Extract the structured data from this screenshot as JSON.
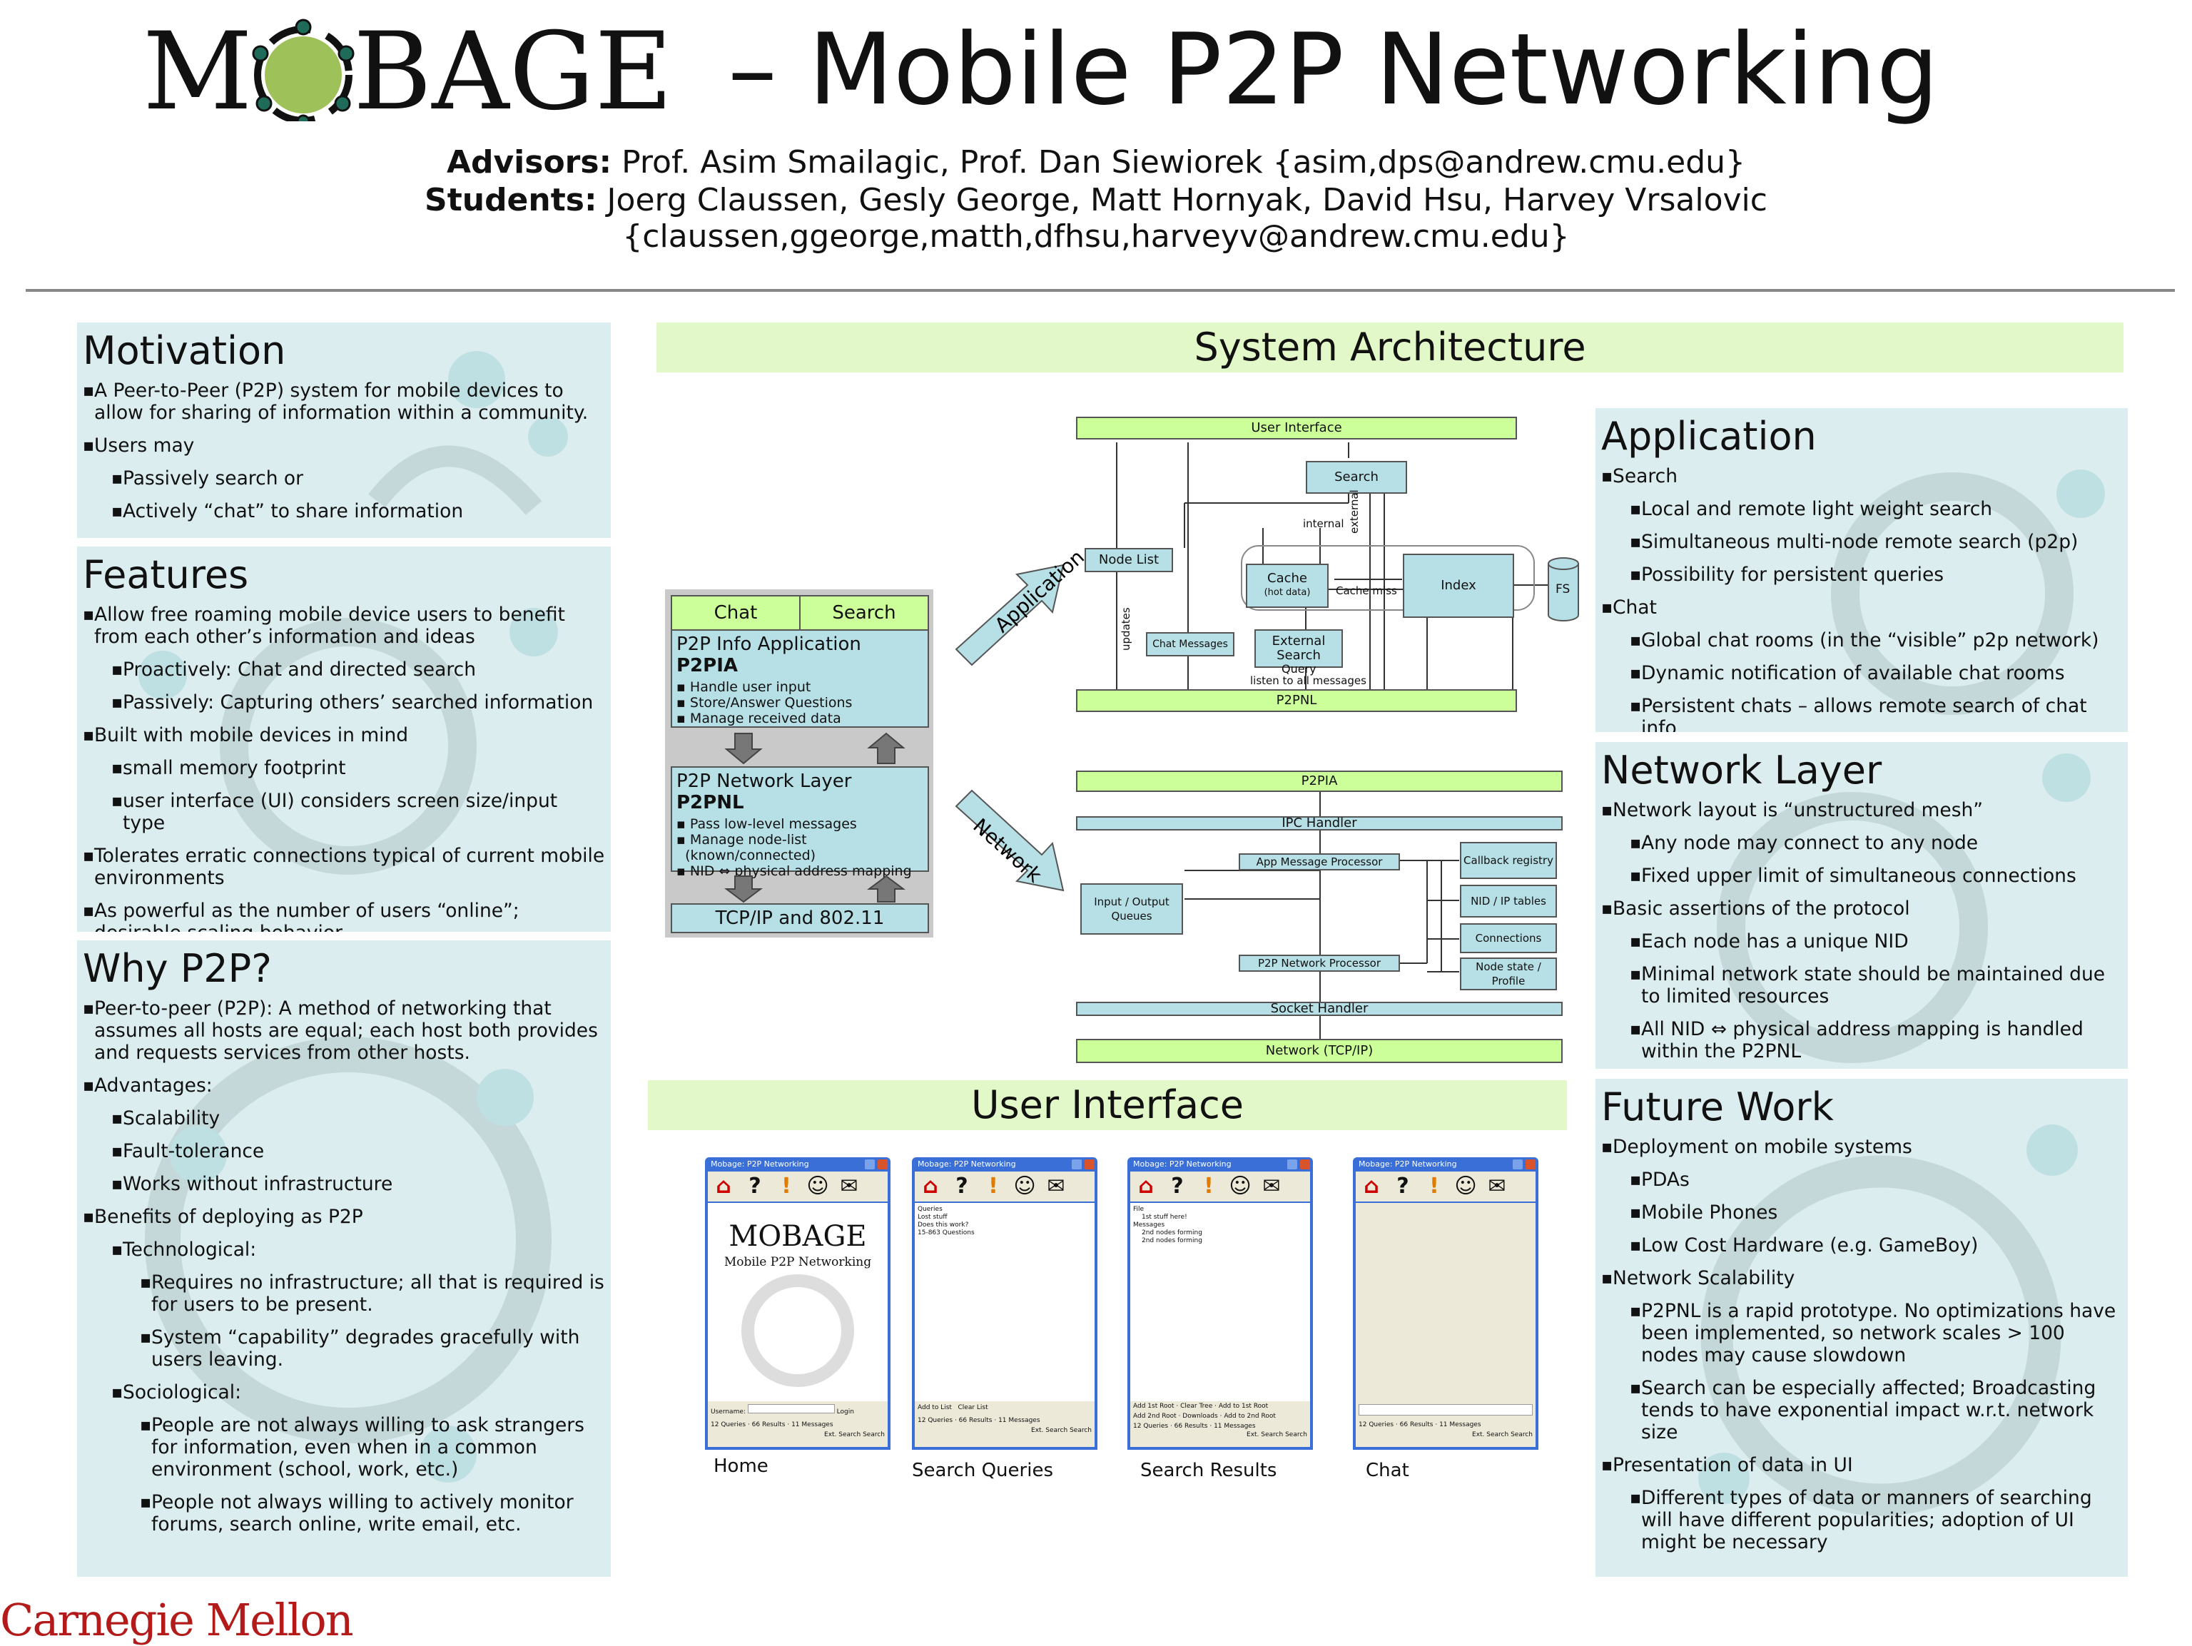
{
  "header": {
    "logo_text": "MOBAGE",
    "title": "– Mobile P2P Networking",
    "advisors_label": "Advisors:",
    "advisors": "Prof. Asim Smailagic, Prof. Dan Siewiorek {asim,dps@andrew.cmu.edu}",
    "students_label": "Students:",
    "students": "Joerg Claussen, Gesly George, Matt Hornyak, David Hsu, Harvey Vrsalovic",
    "emails": "{claussen,ggeorge,matth,dfhsu,harveyv@andrew.cmu.edu}"
  },
  "motivation": {
    "title": "Motivation",
    "items": [
      "A Peer-to-Peer (P2P) system for mobile devices to allow for sharing of information within a community.",
      "Users may",
      "Passively search or",
      "Actively “chat” to share information"
    ]
  },
  "features": {
    "title": "Features",
    "items": [
      "Allow free roaming mobile device users to benefit from each other’s information and ideas",
      "Proactively: Chat and directed search",
      "Passively: Capturing others’ searched information",
      "Built with mobile devices in mind",
      "small memory footprint",
      "user interface (UI) considers screen size/input type",
      "Tolerates erratic connections typical of current mobile environments",
      "As powerful as the number of users “online”; desirable scaling behavior"
    ]
  },
  "why": {
    "title": "Why P2P?",
    "items": [
      "Peer-to-peer (P2P):  A method of networking that assumes all hosts are equal; each host both provides and requests services from other hosts.",
      "Advantages:",
      "Scalability",
      "Fault-tolerance",
      "Works without infrastructure",
      "Benefits of deploying as P2P",
      "Technological:",
      "Requires no infrastructure; all that is required is for users to be present.",
      "System “capability” degrades gracefully with users leaving.",
      "Sociological:",
      "People are not always willing to ask strangers for information, even when in a common environment (school, work, etc.)",
      "People not always willing to actively monitor forums, search online, write email, etc."
    ]
  },
  "architecture": {
    "title": "System Architecture",
    "stack": {
      "chat": "Chat",
      "search": "Search",
      "pia_title": "P2P Info Application ",
      "pia_bold": "P2PIA",
      "pia_items": [
        "Handle user input",
        "Store/Answer Questions",
        "Manage received  data"
      ],
      "pnl_title": "P2P Network Layer ",
      "pnl_bold": "P2PNL",
      "pnl_items": [
        "Pass low-level messages",
        "Manage node-list",
        "(known/connected)",
        "NID ⇔ physical address mapping"
      ],
      "tcp": "TCP/IP and 802.11",
      "app_arrow": "Application",
      "net_arrow": "Network"
    },
    "app_diagram": {
      "user_interface": "User Interface",
      "search": "Search",
      "node_list": "Node List",
      "cache": "Cache",
      "cache_sub": "(hot data)",
      "index": "Index",
      "fs": "FS",
      "chat_messages": "Chat Messages",
      "external_search": "External Search",
      "query": "Query",
      "p2pnl": "P2PNL",
      "internal": "internal",
      "external": "external",
      "cache_miss": "Cache  miss",
      "updates": "updates",
      "listen": "listen to all  messages"
    },
    "net_diagram": {
      "p2pia": "P2PIA",
      "ipc": "IPC Handler",
      "app_proc": "App Message Processor",
      "io_queues": "Input / Output Queues",
      "callback": "Callback registry",
      "nid_ip": "NID / IP tables",
      "connections": "Connections",
      "node_state": "Node state / Profile",
      "p2p_proc": "P2P Network Processor",
      "socket": "Socket Handler",
      "network": "Network (TCP/IP)"
    }
  },
  "ui": {
    "title": "User Interface",
    "window_title": "Mobage: P2P Networking",
    "captions": [
      "Home",
      "Search Queries",
      "Search Results",
      "Chat"
    ],
    "home_logo": "MOBAGE",
    "home_sub": "Mobile P2P Networking",
    "username_label": "Username:",
    "login": "Login",
    "queries_head": "Queries",
    "queries_items": [
      "Lost stuff",
      "Does this work?",
      "15-863 Questions"
    ],
    "add_to_list": "Add to List",
    "clear_list": "Clear List",
    "results_tree": [
      "File",
      "1st stuff here!",
      "Messages",
      "2nd nodes forming",
      "2nd nodes forming"
    ],
    "results_buttons": [
      "Add 1st Root",
      "Clear Tree",
      "Add to 1st Root",
      "Add 2nd Root",
      "Downloads",
      "Add to 2nd Root"
    ],
    "status": [
      "12 Queries",
      "66 Results",
      "11 Messages"
    ],
    "ext_search": "Ext. Search",
    "search_btn": "Search"
  },
  "application": {
    "title": "Application",
    "items": [
      "Search",
      "Local and remote light weight search",
      "Simultaneous multi-node remote search (p2p)",
      "Possibility for persistent queries",
      "Chat",
      "Global chat rooms (in the “visible” p2p network)",
      "Dynamic notification of available chat rooms",
      "Persistent chats – allows remote search of chat info"
    ]
  },
  "network": {
    "title": "Network Layer",
    "items": [
      "Network layout is “unstructured mesh”",
      "Any node may connect to any node",
      "Fixed upper limit of simultaneous connections",
      "Basic assertions of the protocol",
      "Each node has a unique NID",
      "Minimal network state should be maintained due to limited resources",
      "All NID ⇔ physical address mapping is handled within the P2PNL"
    ]
  },
  "future": {
    "title": "Future Work",
    "items": [
      "Deployment on mobile systems",
      "PDAs",
      "Mobile Phones",
      "Low Cost Hardware (e.g. GameBoy)",
      "Network Scalability",
      "P2PNL is a rapid prototype.  No optimizations have been implemented, so network scales > 100 nodes may cause slowdown",
      "Search can be especially affected; Broadcasting tends to have exponential impact w.r.t. network size",
      "Presentation of data in UI",
      "Different types of data or manners of searching will have different popularities; adoption of UI might be necessary"
    ]
  },
  "footer": {
    "cmu": "Carnegie Mellon"
  },
  "colors": {
    "panel_bg": "#dcedf0",
    "heading_green": "#e3f8c9",
    "box_green": "#ccff99",
    "box_cyan": "#b6dfe6",
    "cmu_red": "#b31b1b"
  }
}
